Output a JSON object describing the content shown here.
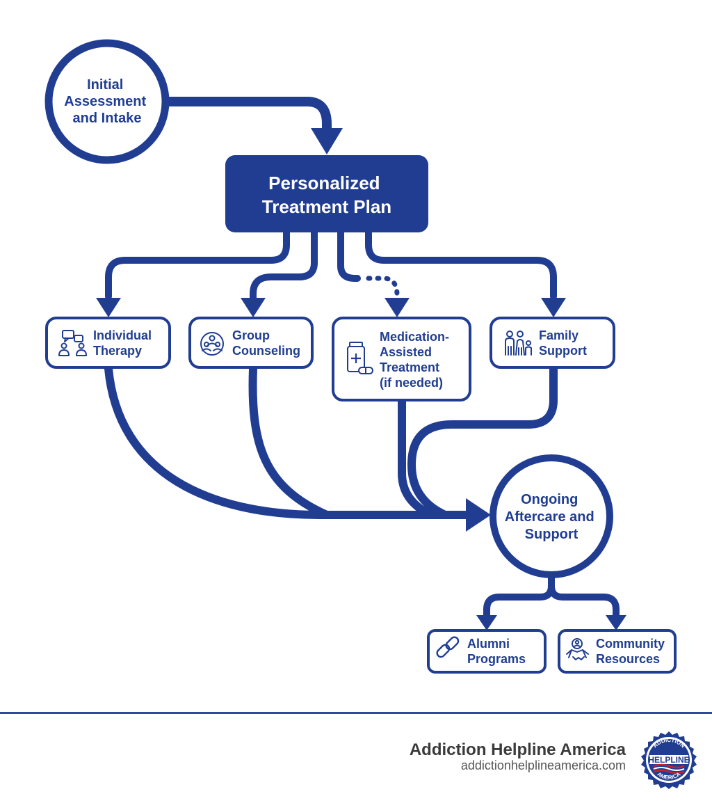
{
  "colors": {
    "primary": "#203d91",
    "white": "#ffffff",
    "footer_text": "#3a3a3a",
    "footer_muted": "#555555",
    "seal_red": "#c8202f"
  },
  "nodes": {
    "initial_assessment": {
      "lines": [
        "Initial",
        "Assessment",
        "and Intake"
      ]
    },
    "treatment_plan": {
      "lines": [
        "Personalized",
        "Treatment Plan"
      ]
    },
    "individual_therapy": {
      "lines": [
        "Individual",
        "Therapy"
      ],
      "icon": "chat-people-icon"
    },
    "group_counseling": {
      "lines": [
        "Group",
        "Counseling"
      ],
      "icon": "group-circle-icon"
    },
    "medication": {
      "lines": [
        "Medication-",
        "Assisted",
        "Treatment",
        "(if needed)"
      ],
      "icon": "pill-bottle-icon"
    },
    "family_support": {
      "lines": [
        "Family",
        "Support"
      ],
      "icon": "family-icon"
    },
    "aftercare": {
      "lines": [
        "Ongoing",
        "Aftercare and",
        "Support"
      ]
    },
    "alumni": {
      "lines": [
        "Alumni",
        "Programs"
      ],
      "icon": "chain-link-icon"
    },
    "community": {
      "lines": [
        "Community",
        "Resources"
      ],
      "icon": "handshake-icon"
    }
  },
  "footer": {
    "brand": "Addiction Helpline America",
    "url": "addictionhelplineamerica.com",
    "seal": {
      "top_text": "ADDICTION",
      "middle_text": "HELPLINE",
      "bottom_text": "AMERICA"
    }
  }
}
